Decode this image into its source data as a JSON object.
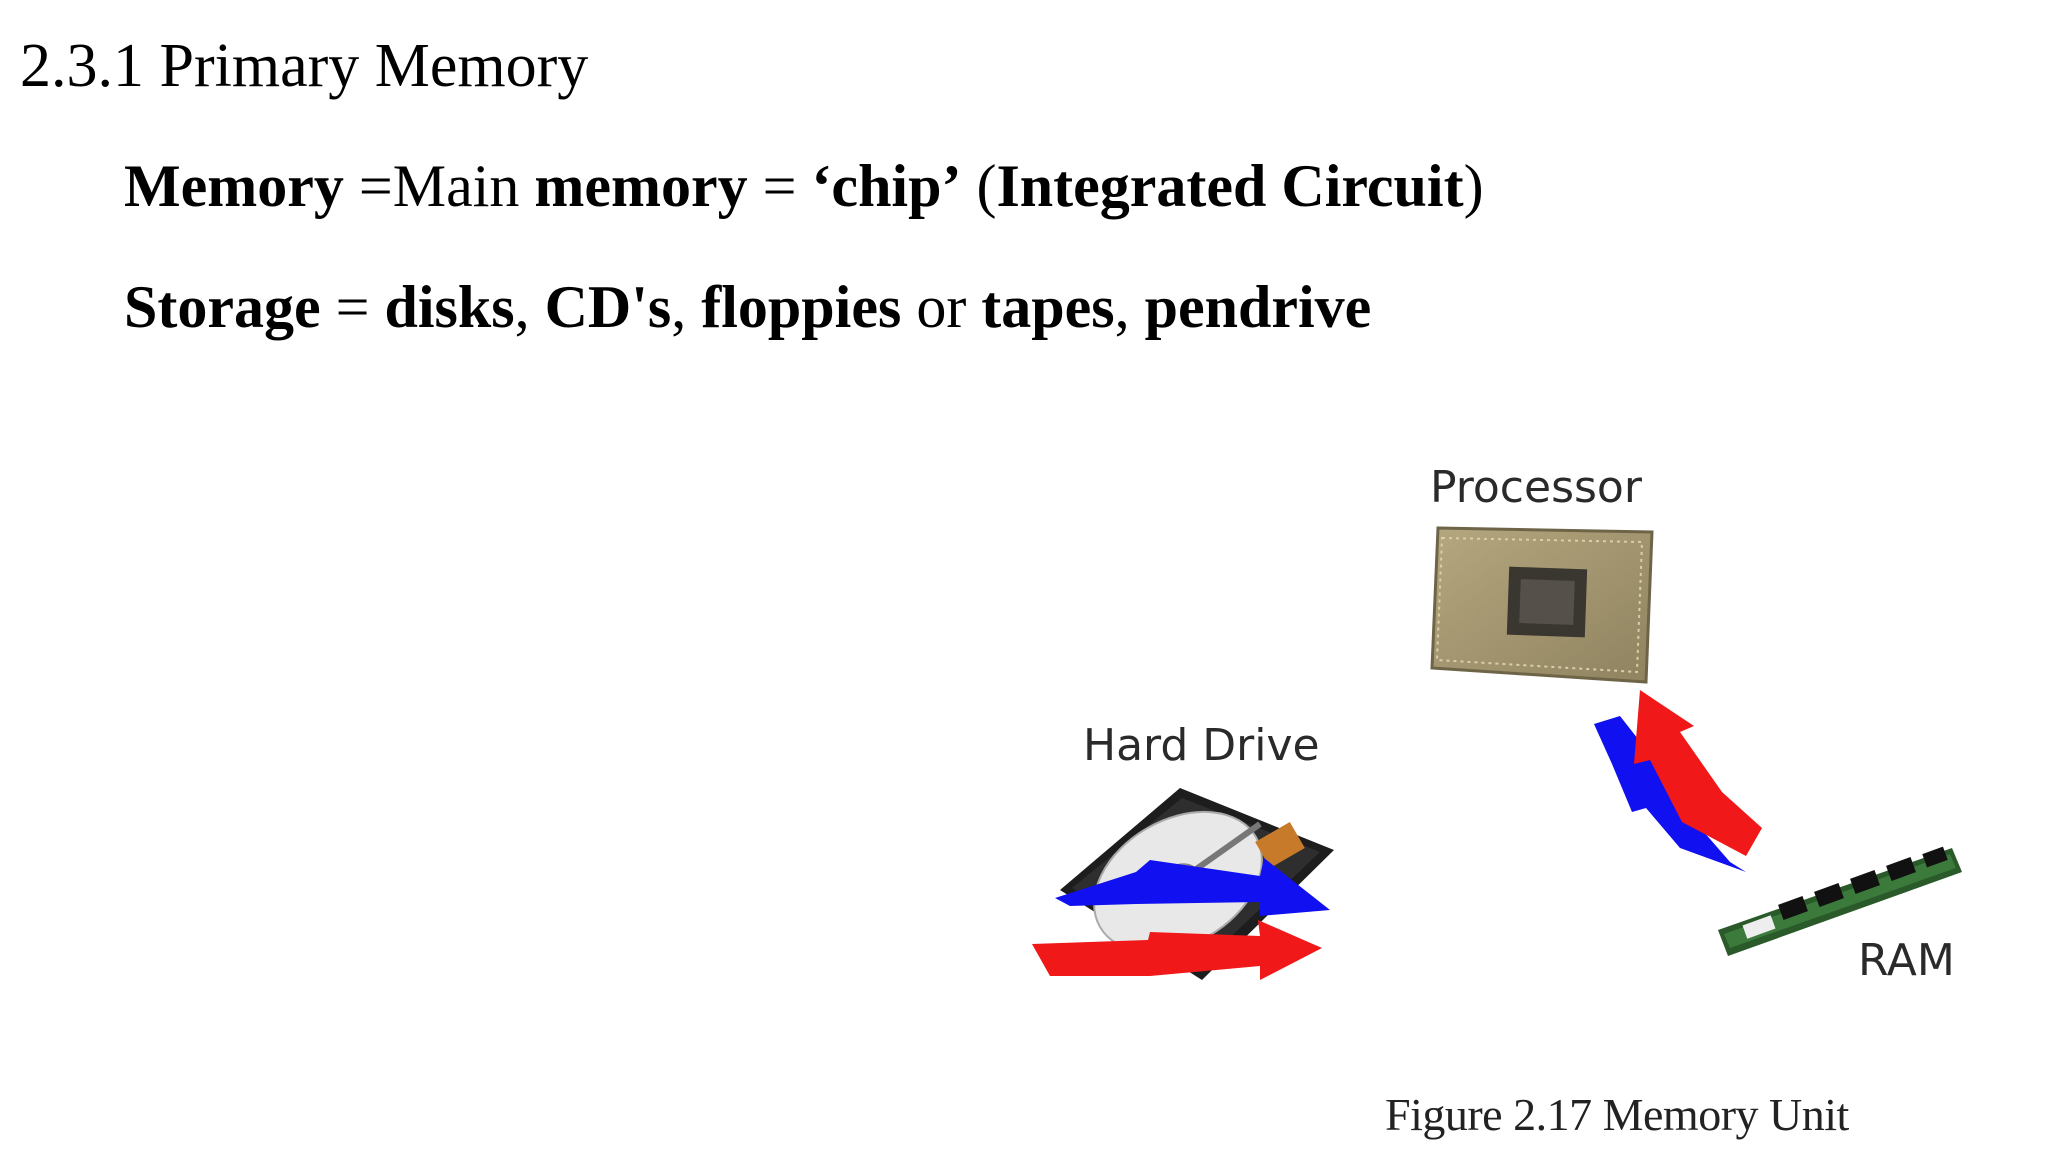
{
  "heading": "2.3.1 Primary Memory",
  "line1": {
    "p1": "Memory",
    "p2": " =Main ",
    "p3": "memory",
    "p4": " = ",
    "p5": "‘chip’",
    "p6": " (",
    "p7": "Integrated Circuit",
    "p8": ")"
  },
  "line2": {
    "p1": "Storage",
    "p2": " = ",
    "p3": "disks",
    "p4": ", ",
    "p5": "CD's",
    "p6": ", ",
    "p7": "floppies",
    "p8": " or ",
    "p9": "tapes",
    "p10": ", ",
    "p11": "pendrive"
  },
  "figure": {
    "labels": {
      "processor": "Processor",
      "hard_drive": "Hard Drive",
      "ram": "RAM"
    },
    "caption": "Figure 2.17  Memory Unit",
    "arrow_colors": {
      "blue": "#1010f0",
      "red": "#f01818"
    }
  }
}
